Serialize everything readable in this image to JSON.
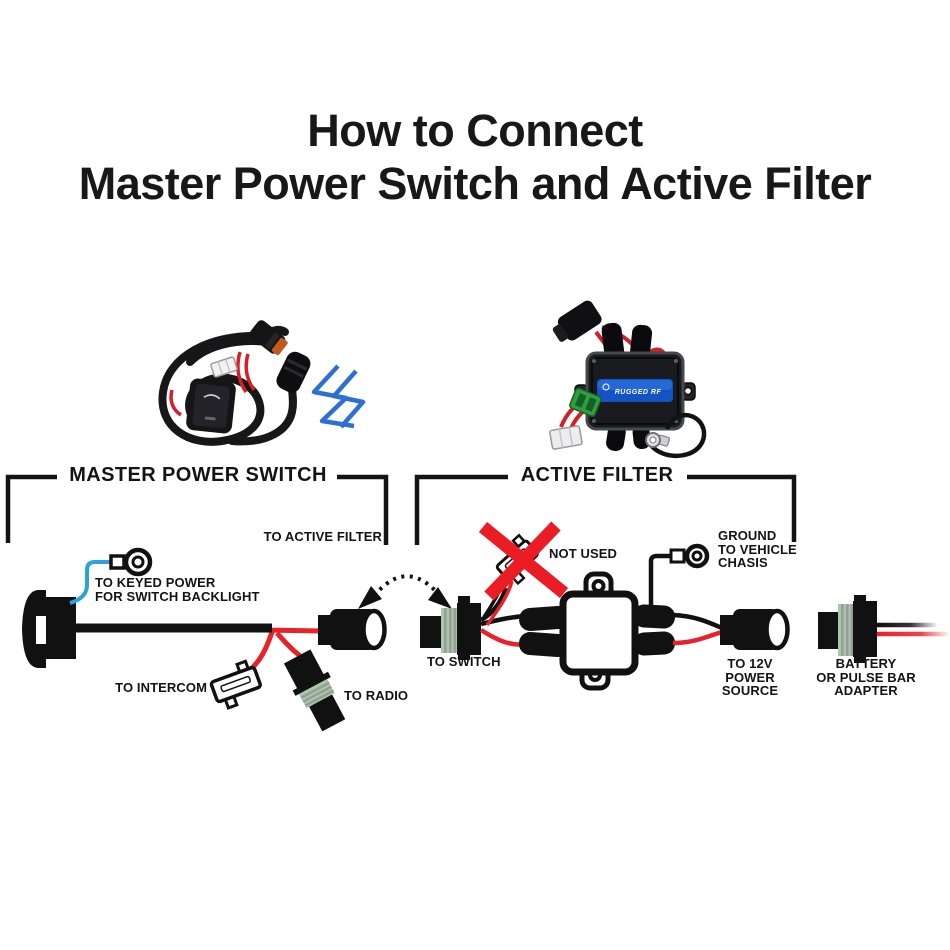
{
  "title": {
    "line1": "How to Connect",
    "line2": "Master Power Switch and Active Filter"
  },
  "sections": {
    "master_power_switch": {
      "label": "MASTER POWER SWITCH"
    },
    "active_filter": {
      "label": "ACTIVE FILTER"
    }
  },
  "photos": {
    "active_filter_module": {
      "module_label": "RUGGED RF"
    }
  },
  "diagram": {
    "labels": {
      "to_active_filter": "TO ACTIVE FILTER",
      "to_keyed_power": "TO KEYED POWER\nFOR SWITCH BACKLIGHT",
      "to_intercom": "TO INTERCOM",
      "to_radio": "TO RADIO",
      "to_switch": "TO SWITCH",
      "not_used": "NOT USED",
      "ground": "GROUND\nTO VEHICLE\nCHASIS",
      "to_12v_power": "TO 12V\nPOWER\nSOURCE",
      "battery_adapter": "BATTERY\nOR PULSE BAR\nADAPTER"
    },
    "colors": {
      "wire_red": "#E8222A",
      "wire_blue": "#2BA2DE",
      "wire_black": "#111111",
      "seal_green": "#A5CBA6",
      "seal_stripe_gray": "#9B9B9B",
      "x_mark_red": "#EC1C24"
    }
  }
}
